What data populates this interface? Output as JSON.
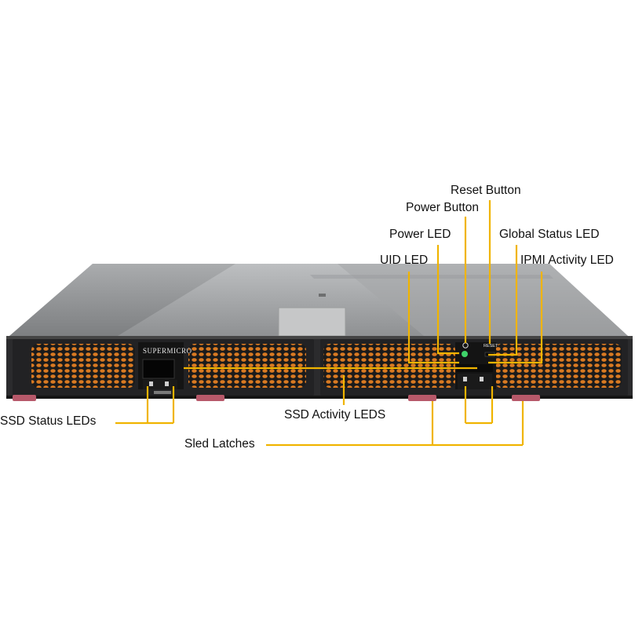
{
  "brand": "SUPERMICRO",
  "panel_text": {
    "reset": "RESET"
  },
  "callouts": {
    "reset_button": "Reset Button",
    "power_button": "Power Button",
    "power_led": "Power LED",
    "global_status_led": "Global Status LED",
    "uid_led": "UID LED",
    "ipmi_activity_led": "IPMI Activity LED",
    "ssd_status_leds": "SSD Status LEDs",
    "ssd_activity_leds": "SSD Activity LEDS",
    "sled_latches": "Sled Latches"
  },
  "colors": {
    "leader_line": "#f0b400",
    "mesh_orange": "#d4731c",
    "chassis_top": "#a6a8aa",
    "bezel": "#1d1d1f",
    "latch": "#b7596a",
    "power_led": "#3fd36a"
  }
}
